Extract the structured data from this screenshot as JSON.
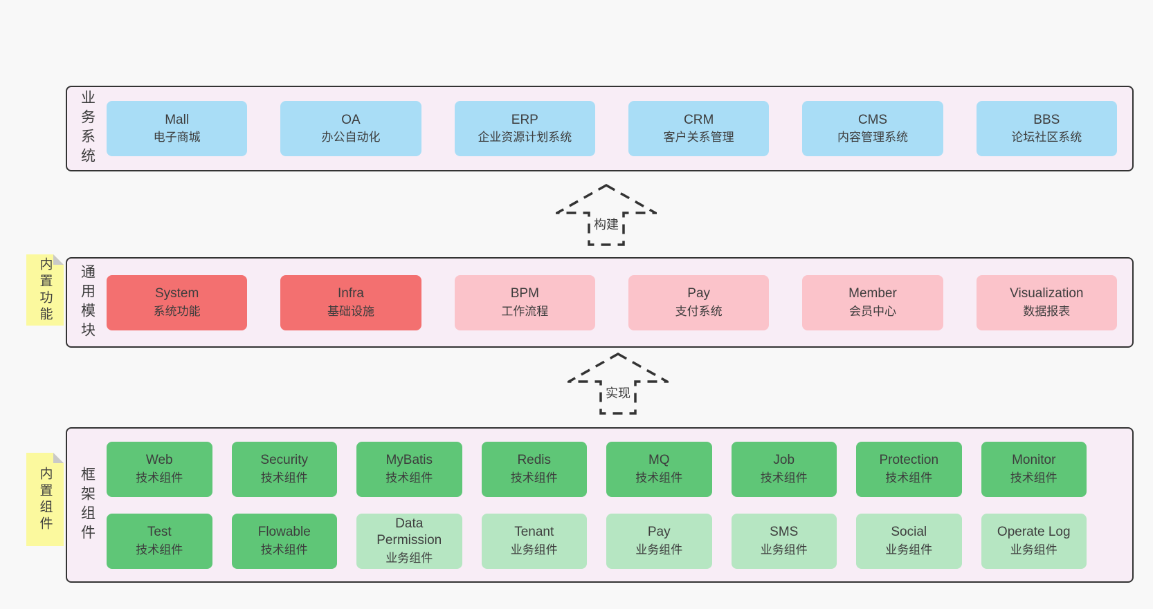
{
  "colors": {
    "bg": "#f8f8f8",
    "panel": "#f8edf6",
    "panel_border": "#333333",
    "blue": "#a9ddf6",
    "red": "#f37070",
    "pink": "#fbc3ca",
    "green": "#5fc677",
    "green_light": "#b6e6c2",
    "yellow": "#fbf99e",
    "fold": "#c9c9c9",
    "text": "#3d3d3d"
  },
  "arrows": {
    "build": "构建",
    "implement": "实现"
  },
  "layers": {
    "business": {
      "label": "业务系统",
      "systems": [
        {
          "name": "Mall",
          "desc": "电子商城"
        },
        {
          "name": "OA",
          "desc": "办公自动化"
        },
        {
          "name": "ERP",
          "desc": "企业资源计划系统"
        },
        {
          "name": "CRM",
          "desc": "客户关系管理"
        },
        {
          "name": "CMS",
          "desc": "内容管理系统"
        },
        {
          "name": "BBS",
          "desc": "论坛社区系统"
        }
      ]
    },
    "modules": {
      "label": "通用模块",
      "note": "内置功能",
      "items": [
        {
          "name": "System",
          "desc": "系统功能",
          "variant": "red"
        },
        {
          "name": "Infra",
          "desc": "基础设施",
          "variant": "red"
        },
        {
          "name": "BPM",
          "desc": "工作流程",
          "variant": "pink"
        },
        {
          "name": "Pay",
          "desc": "支付系统",
          "variant": "pink"
        },
        {
          "name": "Member",
          "desc": "会员中心",
          "variant": "pink"
        },
        {
          "name": "Visualization",
          "desc": "数据报表",
          "variant": "pink"
        }
      ]
    },
    "components": {
      "label": "框架组件",
      "note": "内置组件",
      "row1": [
        {
          "name": "Web",
          "desc": "技术组件",
          "variant": "green"
        },
        {
          "name": "Security",
          "desc": "技术组件",
          "variant": "green"
        },
        {
          "name": "MyBatis",
          "desc": "技术组件",
          "variant": "green"
        },
        {
          "name": "Redis",
          "desc": "技术组件",
          "variant": "green"
        },
        {
          "name": "MQ",
          "desc": "技术组件",
          "variant": "green"
        },
        {
          "name": "Job",
          "desc": "技术组件",
          "variant": "green"
        },
        {
          "name": "Protection",
          "desc": "技术组件",
          "variant": "green"
        },
        {
          "name": "Monitor",
          "desc": "技术组件",
          "variant": "green"
        }
      ],
      "row2": [
        {
          "name": "Test",
          "desc": "技术组件",
          "variant": "green"
        },
        {
          "name": "Flowable",
          "desc": "技术组件",
          "variant": "green"
        },
        {
          "name": "Data Permission",
          "desc": "业务组件",
          "variant": "lightgreen"
        },
        {
          "name": "Tenant",
          "desc": "业务组件",
          "variant": "lightgreen"
        },
        {
          "name": "Pay",
          "desc": "业务组件",
          "variant": "lightgreen"
        },
        {
          "name": "SMS",
          "desc": "业务组件",
          "variant": "lightgreen"
        },
        {
          "name": "Social",
          "desc": "业务组件",
          "variant": "lightgreen"
        },
        {
          "name": "Operate Log",
          "desc": "业务组件",
          "variant": "lightgreen"
        }
      ]
    }
  }
}
